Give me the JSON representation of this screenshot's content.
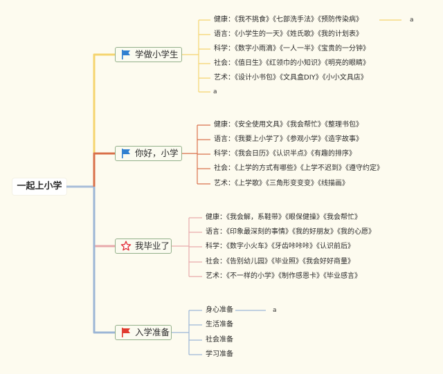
{
  "root": "一起上小学",
  "colors": {
    "branch_1": "#f5d46e",
    "branch_2": "#d9704a",
    "branch_3": "#e8a9ab",
    "branch_4": "#9cb6d6",
    "root_link": "#a7bcd8",
    "flag_blue": "#2f7fd0",
    "flag_red": "#e03a2e",
    "star_red": "#e2343d"
  },
  "branches": [
    {
      "label": "学做小学生",
      "icon": "blue-flag-icon",
      "items": [
        "健康：《我不挑食》《七部洗手法》《预防传染病》",
        "语言：《小学生的一天》《姓氏歌》《我的计划表》",
        "科学：《数字小雨滴》《一人一半》《宝贵的一分钟》",
        "社会：《值日生》《红领巾的小知识》《明亮的眼睛》",
        "艺术：《设计小书包》《文具盒DIY》《小小文具店》"
      ],
      "marks": [
        "a",
        "a"
      ]
    },
    {
      "label": "你好，小学",
      "icon": "blue-flag-icon",
      "items": [
        "健康：《安全使用文具》《我会帮忙》《整理书包》",
        "语言：《我要上小学了》《参观小学》《造字故事》",
        "科学：《我会日历》《认识半点》《有趣的排序》",
        "社会：《上学的方式有哪些》《上学不迟到》《遵守约定》",
        "艺术：《上学歌》《三角形变变变》《线描画》"
      ],
      "marks": []
    },
    {
      "label": "我毕业了",
      "icon": "red-star-icon",
      "items": [
        "健康：《我会解，系鞋带》《眼保健操》《我会帮忙》",
        "语言：《印象最深刻的事情》《我的好朋友》《我的心愿》",
        "科学：《数字小火车》《牙齿咔咔咔》《认识前后》",
        "社会：《告别幼儿园》《毕业照》《我会好好商量》",
        "艺术：《不一样的小学》《制作感恩卡》《毕业感言》"
      ],
      "marks": []
    },
    {
      "label": "入学准备",
      "icon": "red-flag-icon",
      "items": [
        "身心准备",
        "生活准备",
        "社会准备",
        "学习准备"
      ],
      "marks": [
        "a"
      ]
    }
  ]
}
